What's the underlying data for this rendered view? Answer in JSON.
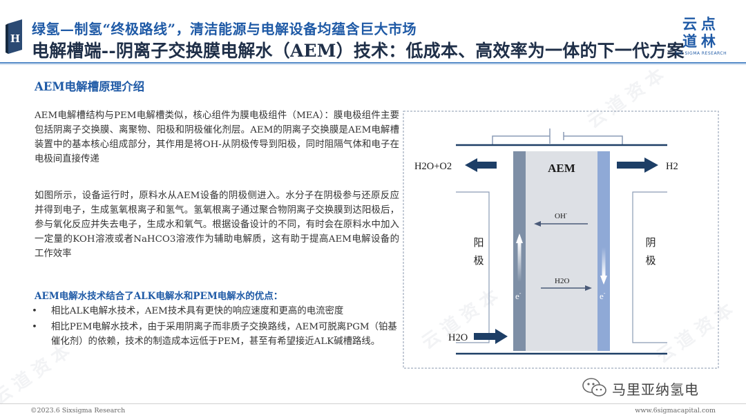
{
  "header": {
    "line1": "绿氢—制氢“终极路线”，清洁能源与电解设备均蕴含巨大市场",
    "line2": "电解槽端--阴离子交换膜电解水（AEM）技术：低成本、高效率为一体的下一代方案",
    "icon_letter": "H"
  },
  "logo": {
    "cn_top": "云点",
    "cn_bottom": "道林",
    "en": "SIX SIGMA RESEARCH"
  },
  "section_title": "AEM电解槽原理介绍",
  "paragraphs": [
    "AEM电解槽结构与PEM电解槽类似，核心组件为膜电极组件（MEA）：膜电极组件主要包括阴离子交换膜、离聚物、阳极和阴极催化剂层。AEM的阴离子交换膜是AEM电解槽装置中的基本核心组成部分，其作用是将OH-从阴极传导到阳极，同时阻隔气体和电子在电极间直接传递",
    "如图所示，设备运行时，原料水从AEM设备的阴极侧进入。水分子在阴极参与还原反应并得到电子，生成氢氧根离子和氢气。氢氧根离子通过聚合物阴离子交换膜到达阳极后，参与氧化反应并失去电子，生成水和氧气。根据设备设计的不同，有时会在原料水中加入一定量的KOH溶液或者NaHCO3溶液作为辅助电解质，这有助于提高AEM电解设备的工作效率"
  ],
  "advantages": {
    "title": "AEM电解水技术结合了ALK电解水和PEM电解水的优点：",
    "bullet": "•",
    "items": [
      "相比ALK电解水技术，AEM技术具有更快的响应速度和更高的电流密度",
      "相比PEM电解水技术，由于采用阴离子而非质子交换路线，AEM可脱离PGM（铂基催化剂）的依赖，技术的制造成本远低于PEM，甚至有希望接近ALK碱槽路线。"
    ]
  },
  "diagram": {
    "membrane_label": "AEM",
    "left_output": "H2O+O2",
    "right_output": "H2",
    "anode_label_1": "阳",
    "anode_label_2": "极",
    "cathode_label_1": "阴",
    "cathode_label_2": "极",
    "hydroxide_label": "OH",
    "hydroxide_sup": "-",
    "water_label": "H2O",
    "water_inlet": "H2O",
    "electron_left": "e",
    "electron_right": "e",
    "electron_sup": "-"
  },
  "footer": {
    "left": "©2023.6 Sixsigma Research",
    "right": "www.6sigmacapital.com"
  },
  "wechat": {
    "account": "马里亚纳氢电"
  },
  "watermark": "云道资本",
  "colors": {
    "title_blue": "#1f5aa6",
    "dark_navy": "#1f2f48",
    "arrow_navy": "#1d3e66",
    "anode_grey": "#7e8fa6",
    "cathode_blue": "#8fa9d6"
  }
}
